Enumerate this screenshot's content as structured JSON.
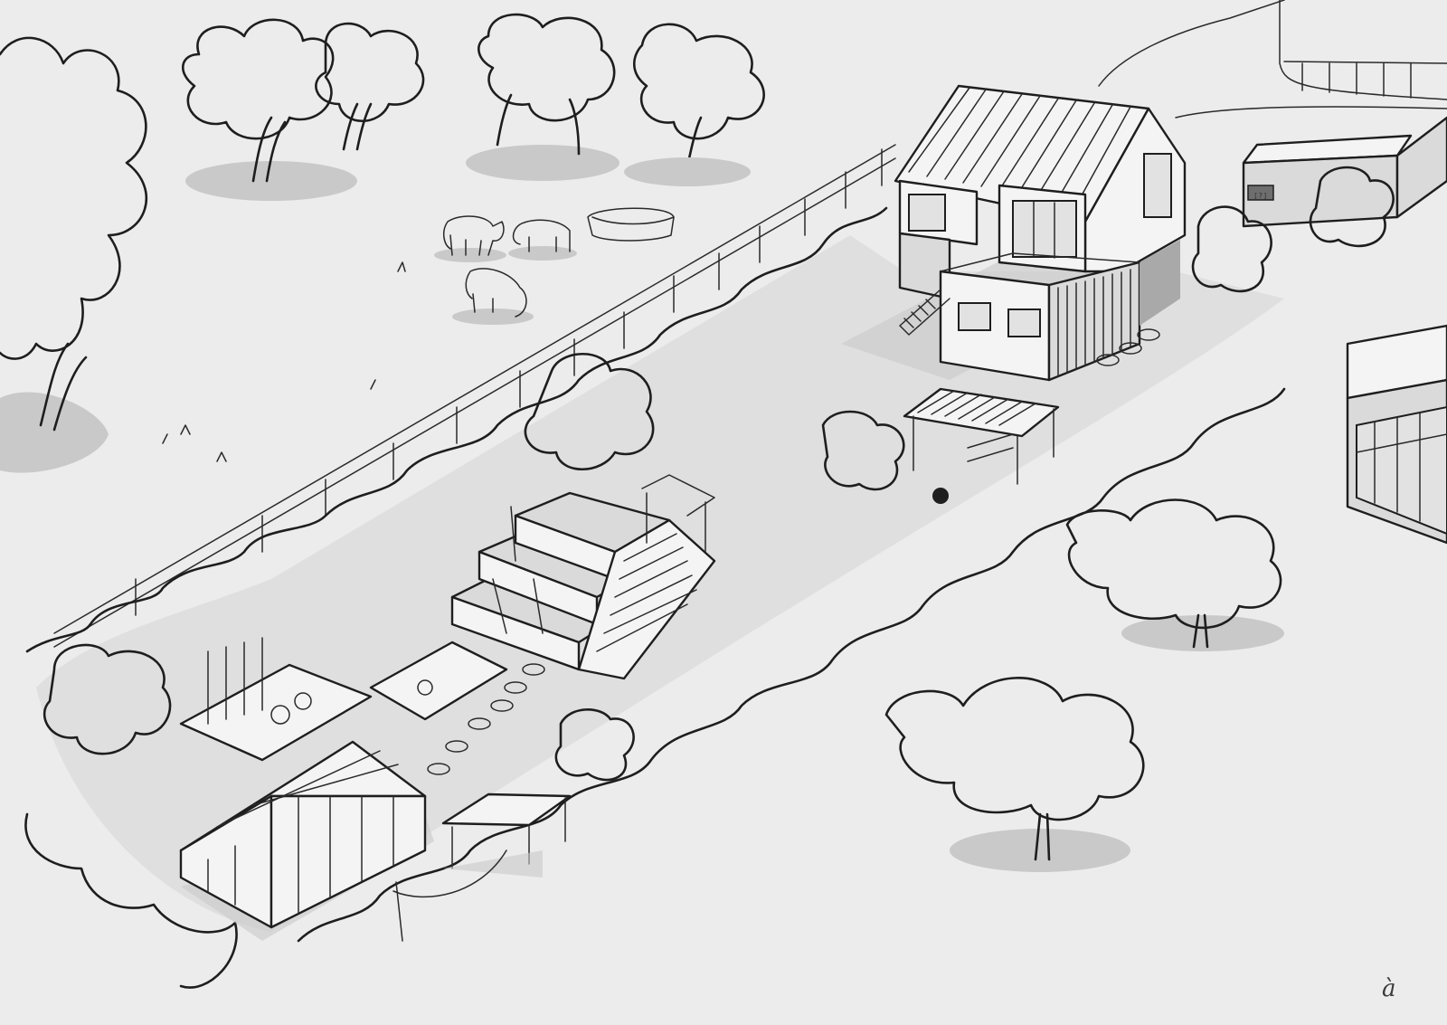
{
  "illustration": {
    "style": "hand-drawn ink and grey marker sketch",
    "subject": "isometric view of a long narrow garden plot beside a house and a cow pasture",
    "colors": {
      "paper": "#ececec",
      "ink": "#1e1e1e",
      "marker_light": "#c9c9c9",
      "marker_dark": "#a9a9a9"
    },
    "signature": "à",
    "outbuilding_sign": "[?]",
    "elements": [
      {
        "name": "house",
        "label": "Two-storey house with corrugated roof, balcony terrace and exterior stairs"
      },
      {
        "name": "outbuildings",
        "label": "Neighbouring buildings with flat roofs and a glass veranda"
      },
      {
        "name": "pasture",
        "label": "Pasture with three cows and a round water trough"
      },
      {
        "name": "fence",
        "label": "Wooden post-and-rail fence along the garden edge"
      },
      {
        "name": "raised-beds",
        "label": "Tiered raised wooden beds with a staircase and pergola"
      },
      {
        "name": "vegetable-beds",
        "label": "Vegetable beds with pumpkins and climbing plants"
      },
      {
        "name": "greenhouse",
        "label": "Glass greenhouse"
      },
      {
        "name": "shelter",
        "label": "Small wooden shelter with a hammock"
      },
      {
        "name": "stepping-stones",
        "label": "Stepping-stone path through the garden"
      },
      {
        "name": "picnic-pergola",
        "label": "Pergola over a picnic table near the house"
      },
      {
        "name": "trees",
        "label": "Deciduous trees around the pasture and lawn"
      }
    ]
  }
}
